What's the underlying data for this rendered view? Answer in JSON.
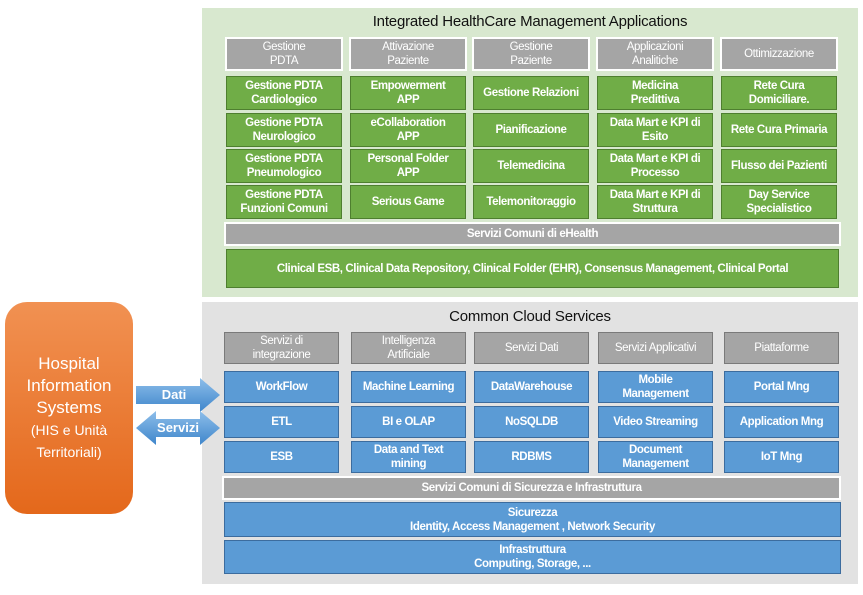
{
  "apps_panel": {
    "title": "Integrated  HealthCare Management Applications",
    "columns": [
      {
        "header": "Gestione\nPDTA",
        "items": [
          "Gestione PDTA\nCardiologico",
          "Gestione PDTA\nNeurologico",
          "Gestione PDTA\nPneumologico",
          "Gestione PDTA\nFunzioni Comuni"
        ]
      },
      {
        "header": "Attivazione\nPaziente",
        "items": [
          "Empowerment\nAPP",
          "eCollaboration\nAPP",
          "Personal Folder\nAPP",
          "Serious Game"
        ]
      },
      {
        "header": "Gestione\nPaziente",
        "items": [
          "Gestione Relazioni",
          "Pianificazione",
          "Telemedicina",
          "Telemonitoraggio"
        ]
      },
      {
        "header": "Applicazioni\nAnalitiche",
        "items": [
          "Medicina\nPredittiva",
          "Data Mart e KPI di\nEsito",
          "Data Mart e KPI di\nProcesso",
          "Data Mart e KPI di\nStruttura"
        ]
      },
      {
        "header": "Ottimizzazione",
        "items": [
          "Rete Cura\nDomiciliare.",
          "Rete Cura Primaria",
          "Flusso dei Pazienti",
          "Day Service\nSpecialistico"
        ]
      }
    ],
    "common_bar": "Servizi Comuni di eHealth",
    "common_detail": "Clinical ESB, Clinical Data Repository, Clinical Folder (EHR), Consensus Management, Clinical Portal"
  },
  "cloud_panel": {
    "title": "Common Cloud Services",
    "columns": [
      {
        "header": "Servizi di\nintegrazione",
        "items": [
          "WorkFlow",
          "ETL",
          "ESB"
        ]
      },
      {
        "header": "Intelligenza\nArtificiale",
        "items": [
          "Machine Learning",
          "BI e OLAP",
          "Data and Text\nmining"
        ]
      },
      {
        "header": "Servizi Dati",
        "items": [
          "DataWarehouse",
          "NoSQLDB",
          "RDBMS"
        ]
      },
      {
        "header": "Servizi Applicativi",
        "items": [
          "Mobile\nManagement",
          "Video Streaming",
          "Document\nManagement"
        ]
      },
      {
        "header": "Piattaforme",
        "items": [
          "Portal Mng",
          "Application Mng",
          "IoT Mng"
        ]
      }
    ],
    "common_bar": "Servizi Comuni di Sicurezza e Infrastruttura",
    "security": {
      "title": "Sicurezza",
      "detail": "Identity, Access Management , Network Security"
    },
    "infrastructure": {
      "title": "Infrastruttura",
      "detail": "Computing, Storage, ..."
    }
  },
  "his": {
    "title": "Hospital\nInformation\nSystems",
    "subtitle": "(HIS e Unità\nTerritoriali)"
  },
  "arrows": {
    "right": "Dati",
    "left": "Servizi"
  },
  "colors": {
    "green_panel": "#D8E8CF",
    "gray_panel": "#E2E2E2",
    "header_gray": "#A5A5A5",
    "app_green": "#70AD47",
    "service_blue": "#5B9BD5",
    "his_orange": "#ED7D31"
  }
}
